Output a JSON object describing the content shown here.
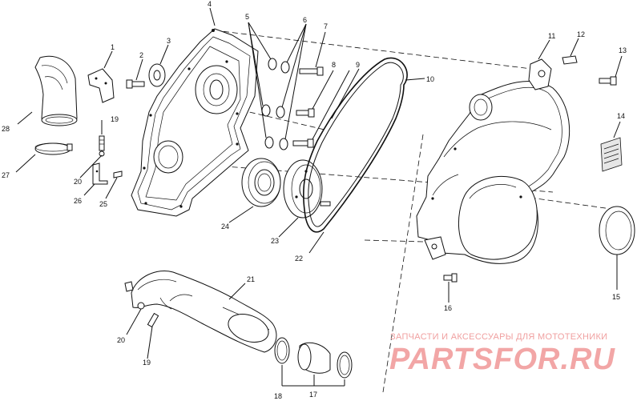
{
  "diagram": {
    "labels": {
      "p1": "1",
      "p2": "2",
      "p3": "3",
      "p4": "4",
      "p5": "5",
      "p6": "6",
      "p7": "7",
      "p8": "8",
      "p9": "9",
      "p10": "10",
      "p11": "11",
      "p12": "12",
      "p13": "13",
      "p14": "14",
      "p15": "15",
      "p16": "16",
      "p17": "17",
      "p18": "18",
      "p19a": "19",
      "p19b": "19",
      "p20a": "20",
      "p20b": "20",
      "p21": "21",
      "p22": "22",
      "p23": "23",
      "p24": "24",
      "p25": "25",
      "p26": "26",
      "p27": "27",
      "p28": "28"
    }
  },
  "watermark": {
    "subtitle": "ЗАПЧАСТИ И АКСЕССУАРЫ ДЛЯ МОТОТЕХНИКИ",
    "title": "PARTSFOR.RU",
    "color": "#f2a6a6"
  }
}
